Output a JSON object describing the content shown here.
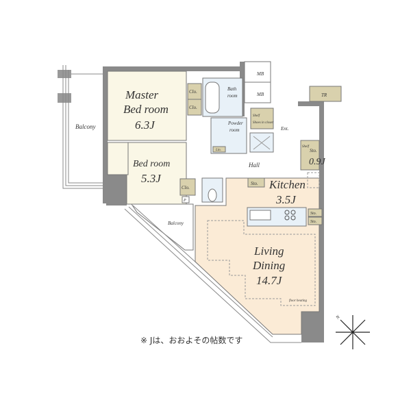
{
  "rooms": {
    "master_bedroom": {
      "line1": "Master",
      "line2": "Bed room",
      "size": "6.3J"
    },
    "bedroom": {
      "line1": "Bed room",
      "size": "5.3J"
    },
    "living_dining": {
      "line1": "Living",
      "line2": "Dining",
      "size": "14.7J"
    },
    "kitchen": {
      "name": "Kitchen",
      "size": "3.5J"
    },
    "storage": {
      "name": "Sto.",
      "size": "0.9J"
    },
    "bath": {
      "line1": "Bath",
      "line2": "room"
    },
    "powder": {
      "line1": "Powder",
      "line2": "room"
    },
    "hall": "Hall",
    "entrance": "Ent.",
    "balcony_left": "Balcony",
    "balcony_lower": "Balcony",
    "mb1": "MB",
    "mb2": "MB",
    "tr": "TR",
    "clo1": "Clo.",
    "clo2": "Clo.",
    "clo3": "Clo.",
    "sto_kitchen": "Sto.",
    "sto_a": "Sto.",
    "sto_b": "Sto.",
    "shelf": "Shelf",
    "shoes_in_closet": "Shoes in closet",
    "shelf2": "Shelf",
    "laundry": "Lin.",
    "pipe": "P",
    "floor_heating": "floor heating",
    "compass": "N"
  },
  "note": "※ Jは、おおよその帖数です"
}
